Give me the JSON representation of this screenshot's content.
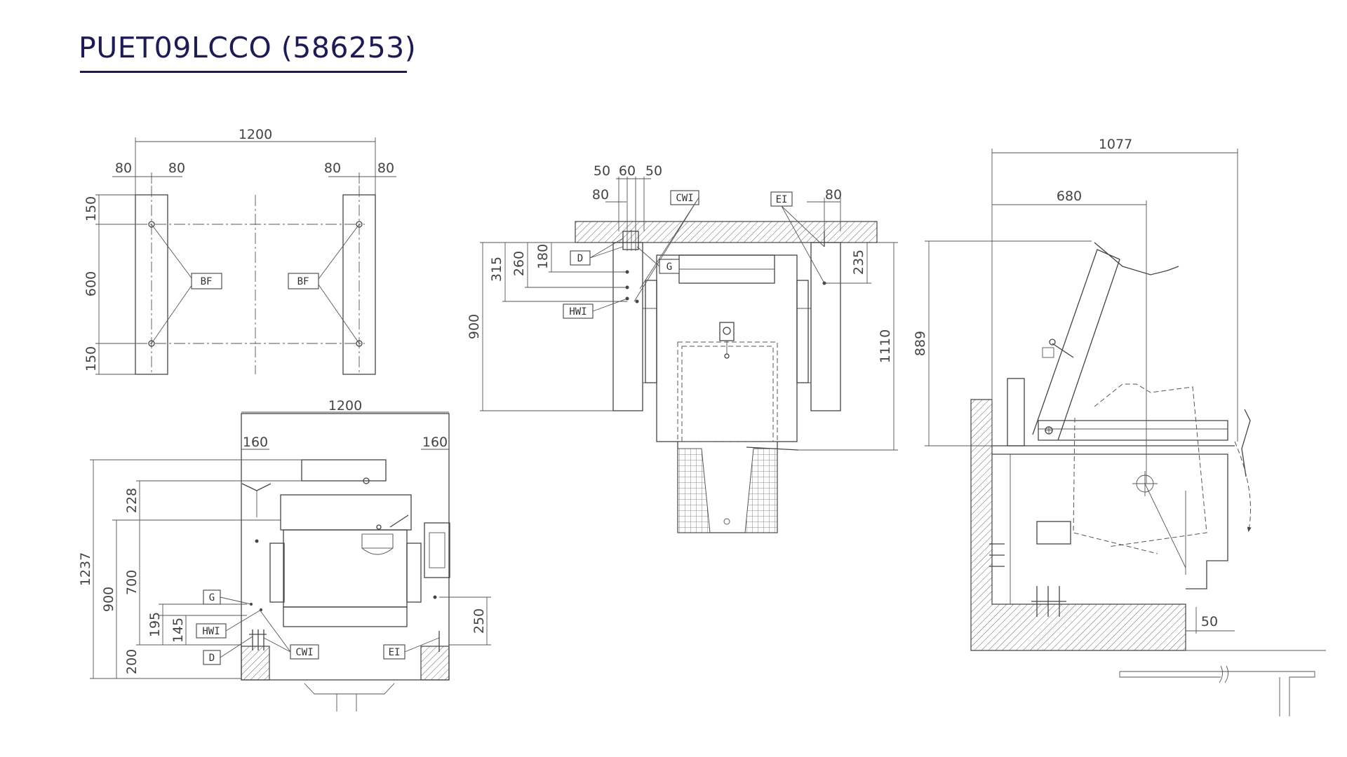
{
  "title": "PUET09LCCO (586253)",
  "top_left_view": {
    "dims": [
      "1200",
      "80",
      "80",
      "80",
      "80",
      "150",
      "600",
      "150"
    ],
    "labels": [
      "BF",
      "BF"
    ]
  },
  "bottom_left_view": {
    "dims": [
      "1200",
      "160",
      "160",
      "1237",
      "900",
      "228",
      "700",
      "195",
      "145",
      "200",
      "250"
    ],
    "labels": [
      "G",
      "HWI",
      "D",
      "CWI",
      "EI"
    ]
  },
  "middle_view": {
    "dims": [
      "50",
      "60",
      "50",
      "80",
      "80",
      "315",
      "260",
      "180",
      "235",
      "900",
      "1110"
    ],
    "labels": [
      "CWI",
      "EI",
      "D",
      "G",
      "HWI"
    ]
  },
  "right_view": {
    "dims": [
      "1077",
      "680",
      "889",
      "50"
    ]
  }
}
